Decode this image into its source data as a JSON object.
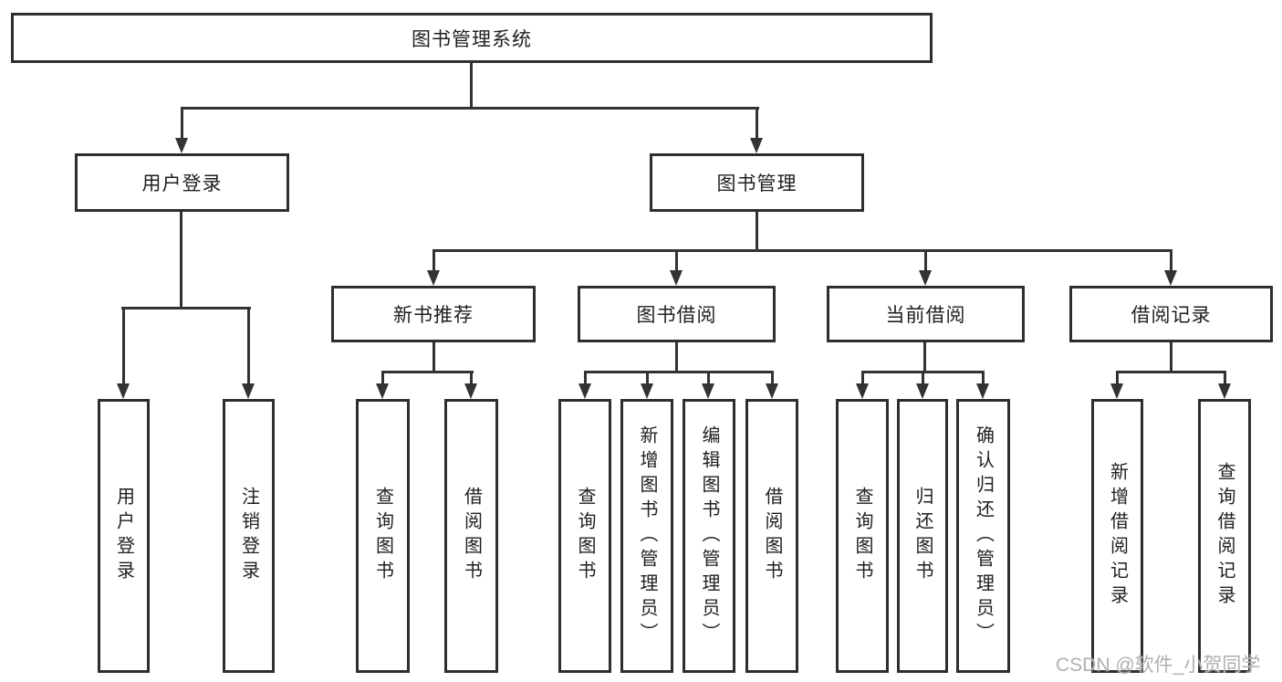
{
  "tree": {
    "label": "图书管理系统",
    "children": [
      {
        "label": "用户登录",
        "children": [
          {
            "label": "用户登录"
          },
          {
            "label": "注销登录"
          }
        ]
      },
      {
        "label": "图书管理",
        "children": [
          {
            "label": "新书推荐",
            "children": [
              {
                "label": "查询图书"
              },
              {
                "label": "借阅图书"
              }
            ]
          },
          {
            "label": "图书借阅",
            "children": [
              {
                "label": "查询图书"
              },
              {
                "label": "新增图书（管理员）"
              },
              {
                "label": "编辑图书（管理员）"
              },
              {
                "label": "借阅图书"
              }
            ]
          },
          {
            "label": "当前借阅",
            "children": [
              {
                "label": "查询图书"
              },
              {
                "label": "归还图书"
              },
              {
                "label": "确认归还（管理员）"
              }
            ]
          },
          {
            "label": "借阅记录",
            "children": [
              {
                "label": "新增借阅记录"
              },
              {
                "label": "查询借阅记录"
              }
            ]
          }
        ]
      }
    ]
  },
  "watermark": {
    "text": "CSDN @软件_小贺同学"
  },
  "colors": {
    "line": "#333333",
    "border": "#2e2e2e",
    "background": "#ffffff",
    "text": "#1f1f1f",
    "watermark": "#b0b0b0"
  }
}
